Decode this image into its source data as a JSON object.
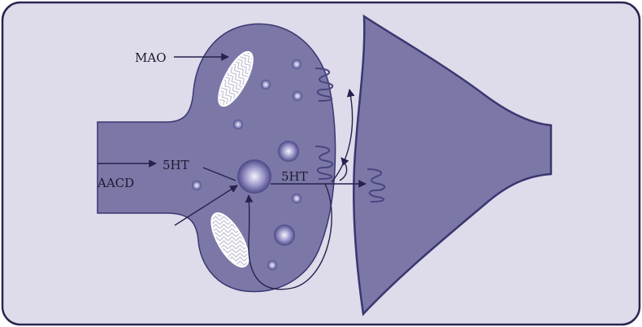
{
  "labels": {
    "mao": "MAO",
    "serotonin_precursor": "5HT",
    "aacd": "AACD",
    "serotonin_release": "5HT"
  },
  "colors": {
    "background": "#dedbea",
    "frame": "#2a2550",
    "neuron_fill": "#7b78a8",
    "neuron_edge": "#3a3670",
    "arrow": "#26224e",
    "receptor": "#4a4480",
    "vesicle_light": "#f2f0fb",
    "vesicle_dark": "#4b4785"
  },
  "icons": [
    "presynaptic-terminal",
    "postsynaptic-neuron",
    "mitochondrion",
    "vesicle",
    "receptor",
    "reuptake-arrow"
  ]
}
